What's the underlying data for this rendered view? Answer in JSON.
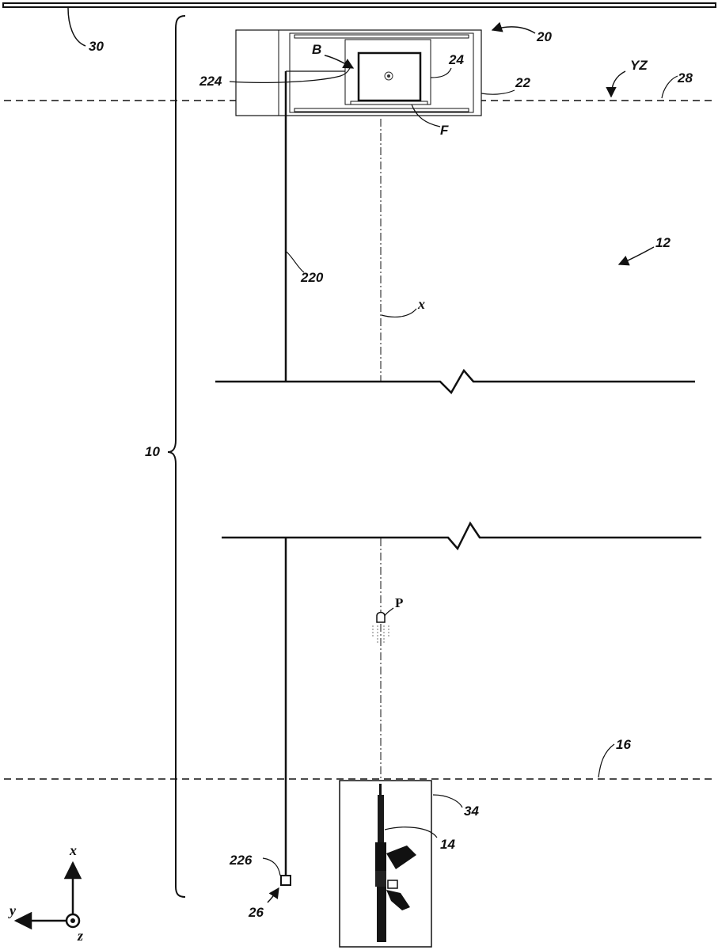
{
  "figure": {
    "labels": {
      "ceiling": "30",
      "range_system": "10",
      "target_assembly": "20",
      "target_box": "22",
      "target_plate": "24",
      "arm": "224",
      "b_label": "B",
      "f_label": "F",
      "plane_label": "YZ",
      "plane_ref": "28",
      "range_area": "12",
      "sensor_line": "220",
      "axis_x_italic": "x",
      "projectile": "P",
      "firing_line": "16",
      "station": "34",
      "weapon": "14",
      "sensor_node": "226",
      "sensor_unit": "26"
    },
    "axes": {
      "x": "x",
      "y": "y",
      "z": "z"
    }
  }
}
